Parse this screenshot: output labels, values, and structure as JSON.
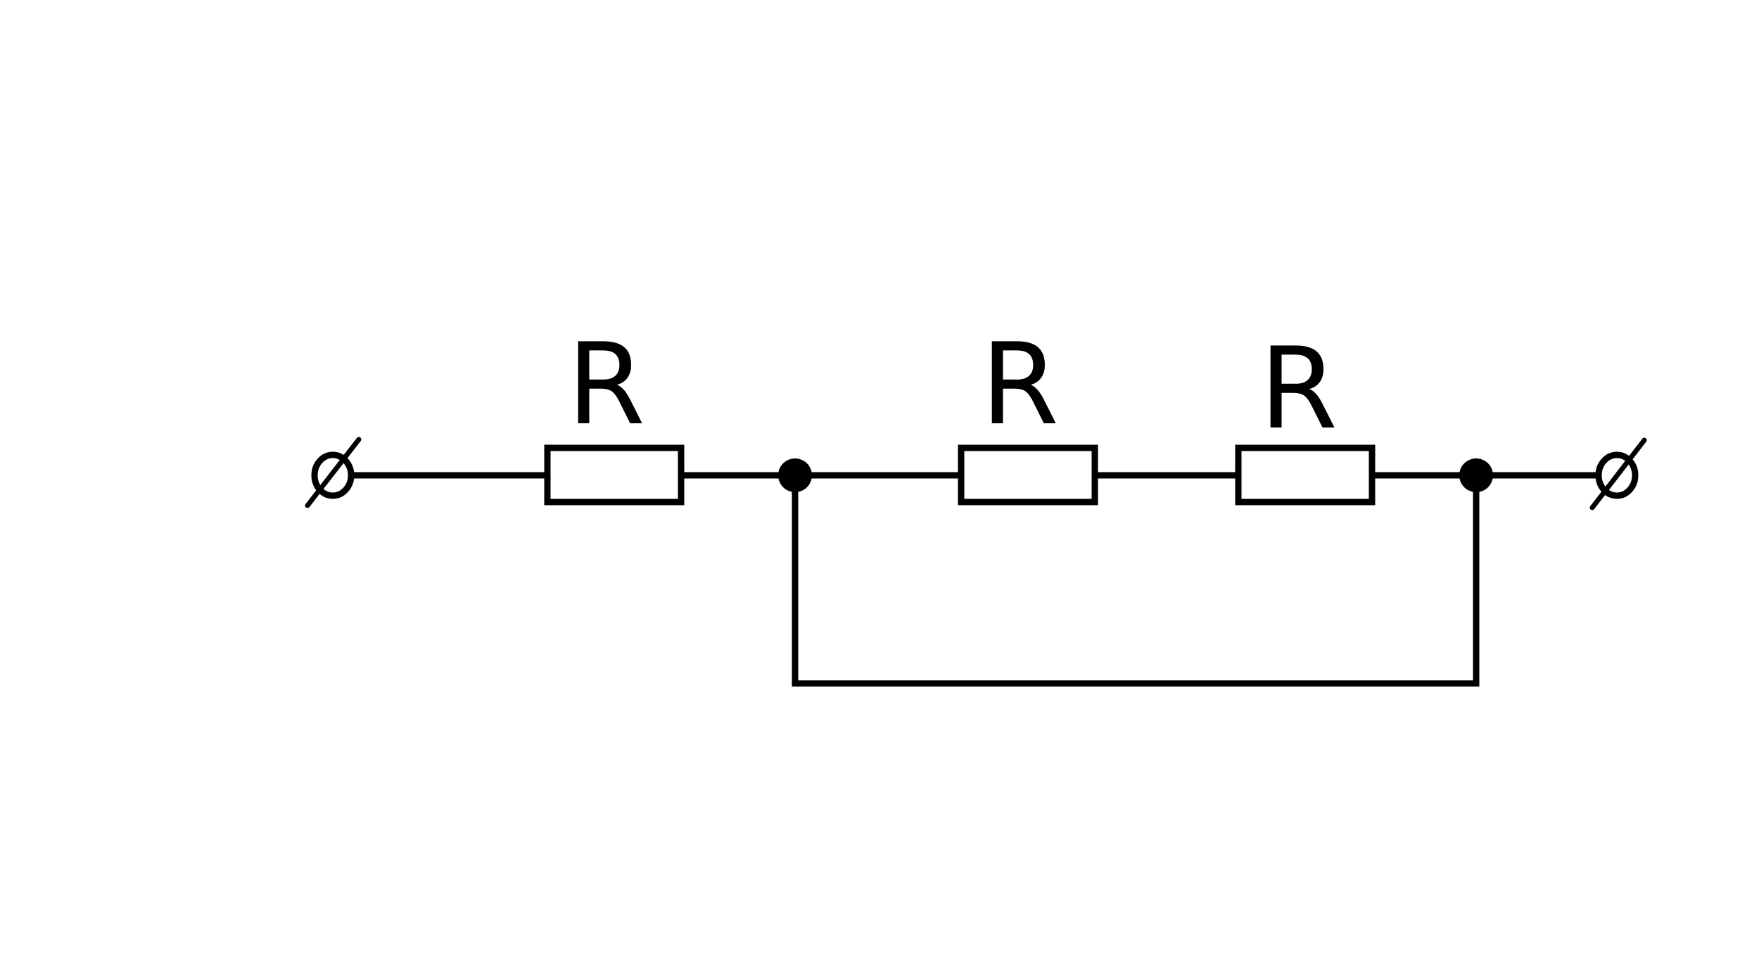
{
  "resistors": [
    {
      "label": "R"
    },
    {
      "label": "R"
    },
    {
      "label": "R"
    }
  ]
}
